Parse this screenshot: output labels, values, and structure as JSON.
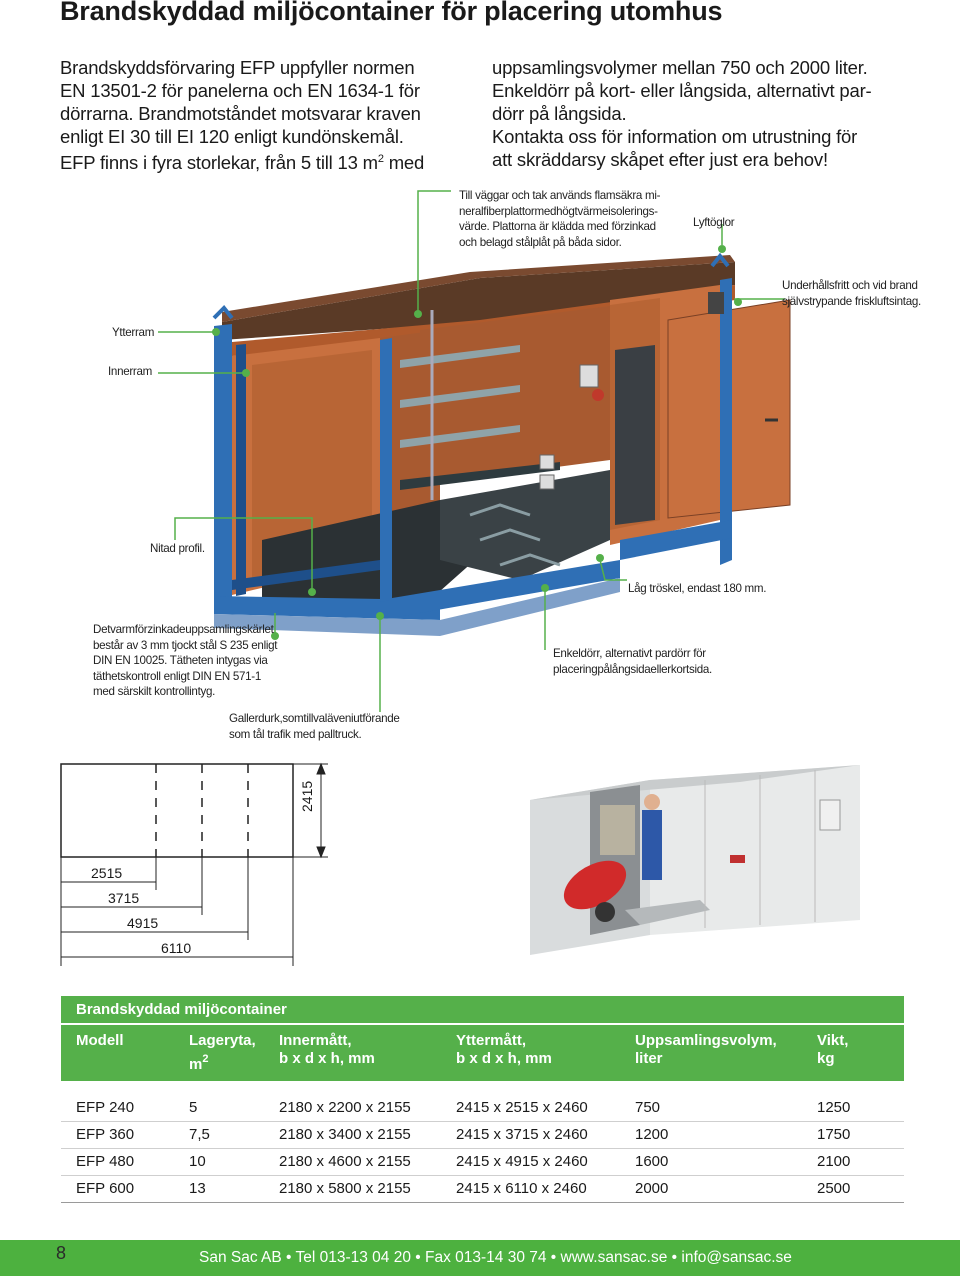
{
  "title": "Brandskyddad miljöcontainer för placering utomhus",
  "intro": {
    "left_line1": "Brandskyddsförvaring EFP uppfyller normen",
    "left_line2": "EN 13501-2 för panelerna och EN 1634-1 för",
    "left_line3": "dörrarna. Brandmotståndet motsvarar kraven",
    "left_line4": "enligt EI 30 till EI 120 enligt kundönskemål.",
    "left_line5": "EFP finns i fyra storlekar, från 5 till 13 m",
    "left_line5_sup": "2",
    "left_line5_end": " med",
    "right_line1": "uppsamlingsvolymer mellan 750 och 2000 liter.",
    "right_line2": "Enkeldörr på kort- eller långsida, alternativt par-",
    "right_line3": "dörr på långsida.",
    "right_line4": "Kontakta oss för information om utrustning för",
    "right_line5": "att skräddarsy skåpet efter just era behov!"
  },
  "callouts": {
    "walls_l1": "Till väggar och tak används flamsäkra mi-",
    "walls_l2": "neralfiberplattormedhögtvärmeisolerings-",
    "walls_l3": "värde. Plattorna är klädda med förzinkad",
    "walls_l4": "och belagd stålplåt på båda sidor.",
    "lift": "Lyftöglor",
    "vent_l1": "Underhållsfritt och vid brand",
    "vent_l2": "självstrypande friskluftsintag.",
    "outer_frame": "Ytterram",
    "inner_frame": "Innerram",
    "riveted": "Nitad profil.",
    "threshold": "Låg tröskel, endast 180 mm.",
    "sump_l1": "Detvarmförzinkadeuppsamlingskärlet",
    "sump_l2": "består av 3 mm tjockt stål S 235 enligt",
    "sump_l3": "DIN EN 10025. Tätheten intygas via",
    "sump_l4": "täthetskontroll enligt DIN EN 571-1",
    "sump_l5": "med särskilt kontrollintyg.",
    "door_l1": "Enkeldörr, alternativt pardörr för",
    "door_l2": "placeringpålångsidaellerkortsida.",
    "grate_l1": "Gallerdurk,somtillvaläveniutförande",
    "grate_l2": "som tål trafik med palltruck."
  },
  "dimensions": {
    "height": "2415",
    "widths": [
      "2515",
      "3715",
      "4915",
      "6110"
    ]
  },
  "table": {
    "title": "Brandskyddad miljöcontainer",
    "headers": {
      "model": "Modell",
      "area_l1": "Lageryta,",
      "area_l2": "m",
      "area_sup": "2",
      "inner_l1": "Innermått,",
      "inner_l2": "b x d x h, mm",
      "outer_l1": "Yttermått,",
      "outer_l2": "b x d x h, mm",
      "volume_l1": "Uppsamlingsvolym,",
      "volume_l2": "liter",
      "weight_l1": "Vikt,",
      "weight_l2": "kg"
    },
    "rows": [
      {
        "model": "EFP 240",
        "area": "5",
        "inner": "2180 x 2200 x 2155",
        "outer": "2415 x 2515 x 2460",
        "volume": "750",
        "weight": "1250"
      },
      {
        "model": "EFP 360",
        "area": "7,5",
        "inner": "2180 x 3400 x 2155",
        "outer": "2415 x 3715 x 2460",
        "volume": "1200",
        "weight": "1750"
      },
      {
        "model": "EFP 480",
        "area": "10",
        "inner": "2180 x 4600 x 2155",
        "outer": "2415 x 4915 x 2460",
        "volume": "1600",
        "weight": "2100"
      },
      {
        "model": "EFP 600",
        "area": "13",
        "inner": "2180 x 5800 x 2155",
        "outer": "2415 x 6110 x 2460",
        "volume": "2000",
        "weight": "2500"
      }
    ]
  },
  "footer": {
    "page": "8",
    "contact": "San Sac AB • Tel 013-13 04 20 • Fax 013-14 30 74 • www.sansac.se • info@sansac.se"
  },
  "colors": {
    "accent_green": "#55b04a",
    "frame_blue": "#2f6fb5",
    "panel_orange": "#c8703f"
  }
}
